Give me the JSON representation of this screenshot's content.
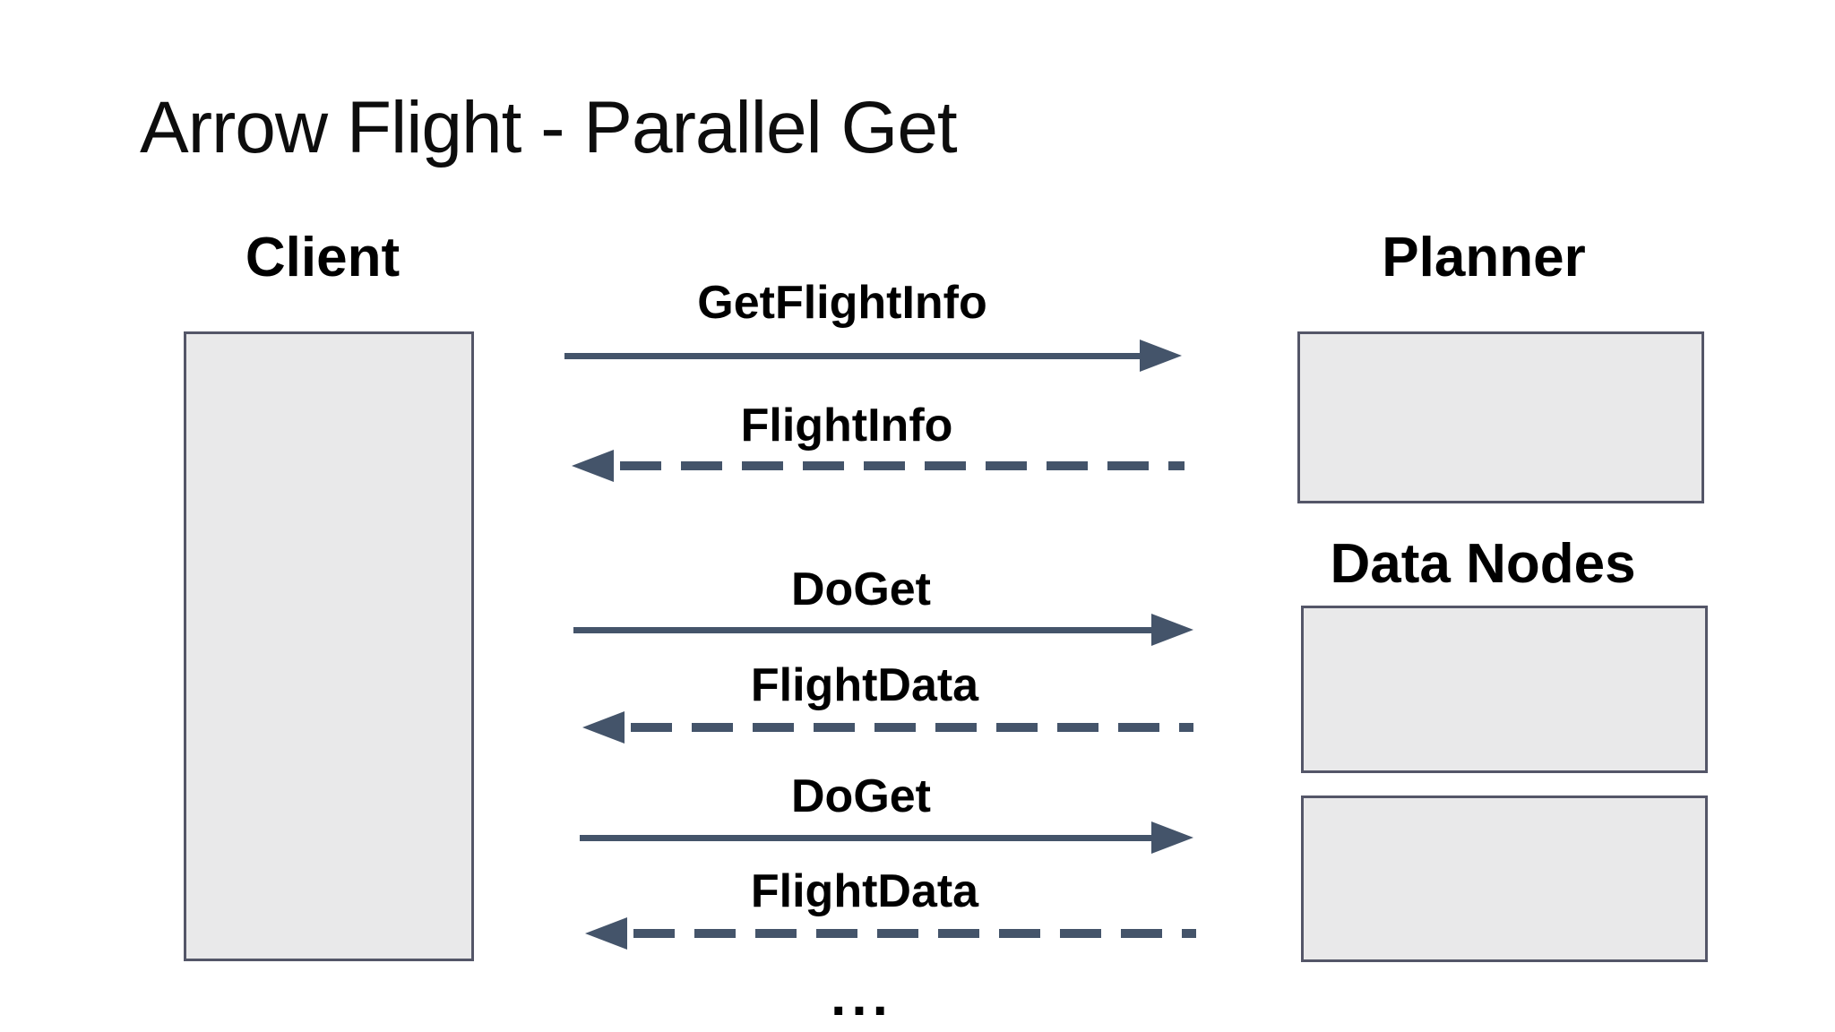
{
  "title": "Arrow Flight - Parallel Get",
  "columns": {
    "client": {
      "label": "Client"
    },
    "planner": {
      "label": "Planner"
    },
    "data_nodes": {
      "label": "Data Nodes"
    }
  },
  "messages": [
    {
      "label": "GetFlightInfo",
      "direction": "right",
      "style": "solid",
      "from": "Client",
      "to": "Planner"
    },
    {
      "label": "FlightInfo",
      "direction": "left",
      "style": "dashed",
      "from": "Planner",
      "to": "Client"
    },
    {
      "label": "DoGet",
      "direction": "right",
      "style": "solid",
      "from": "Client",
      "to": "Data Node"
    },
    {
      "label": "FlightData",
      "direction": "left",
      "style": "dashed",
      "from": "Data Node",
      "to": "Client"
    },
    {
      "label": "DoGet",
      "direction": "right",
      "style": "solid",
      "from": "Client",
      "to": "Data Node"
    },
    {
      "label": "FlightData",
      "direction": "left",
      "style": "dashed",
      "from": "Data Node",
      "to": "Client"
    }
  ],
  "ellipsis": "...",
  "colors": {
    "arrow": "#44546A",
    "box_fill": "#E9E9EA",
    "box_border": "#545668",
    "text": "#000000",
    "background": "#FFFFFF"
  }
}
